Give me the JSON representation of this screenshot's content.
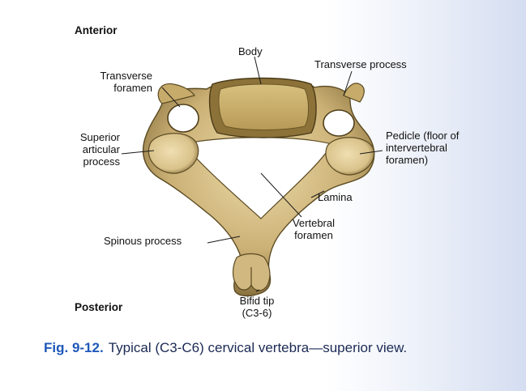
{
  "labels": {
    "anterior": "Anterior",
    "posterior": "Posterior",
    "body": "Body",
    "transverse_process": "Transverse process",
    "transverse_foramen_1": "Transverse",
    "transverse_foramen_2": "foramen",
    "superior_articular_1": "Superior",
    "superior_articular_2": "articular",
    "superior_articular_3": "process",
    "pedicle_1": "Pedicle (floor of",
    "pedicle_2": "intervertebral",
    "pedicle_3": "foramen)",
    "lamina": "Lamina",
    "vertebral_foramen_1": "Vertebral",
    "vertebral_foramen_2": "foramen",
    "spinous_process": "Spinous process",
    "bifid_tip_1": "Bifid tip",
    "bifid_tip_2": "(C3-6)"
  },
  "caption": {
    "figure_number": "Fig. 9-12.",
    "text": "Typical (C3-C6) cervical vertebra—superior view."
  },
  "colors": {
    "bone_light": "#e2cf9a",
    "bone_mid": "#c2a566",
    "bone_dark": "#6e5a2e",
    "caption_fig": "#1f58b8",
    "caption_text": "#1b2a55"
  }
}
